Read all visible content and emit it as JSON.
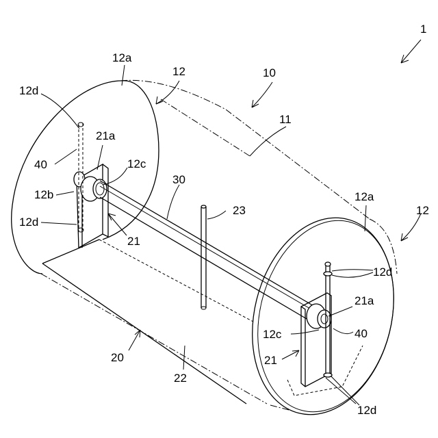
{
  "figure": {
    "labels": {
      "l1": "1",
      "l10": "10",
      "l11": "11",
      "l12_left": "12",
      "l12_right": "12",
      "l12a_left": "12a",
      "l12a_right": "12a",
      "l12b": "12b",
      "l12c_left": "12c",
      "l12c_right": "12c",
      "l12d_left_top": "12d",
      "l12d_left_bottom": "12d",
      "l12d_right_top": "12d",
      "l12d_right_bottom": "12d",
      "l20": "20",
      "l21_left": "21",
      "l21_right": "21",
      "l21a_left": "21a",
      "l21a_right": "21a",
      "l22": "22",
      "l23": "23",
      "l30": "30",
      "l40_left": "40",
      "l40_right": "40"
    }
  }
}
